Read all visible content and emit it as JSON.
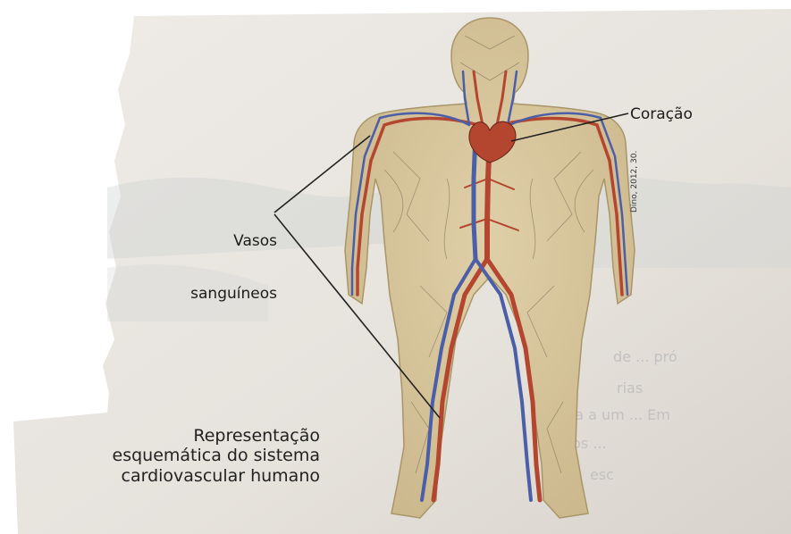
{
  "labels": {
    "heart": "Coração",
    "vessels_line1": "Vasos",
    "vessels_line2": "sanguíneos",
    "credit": "Dino, 2012, 30."
  },
  "caption": {
    "line1": "Representação",
    "line2": "esquemática do sistema",
    "line3": "cardiovascular humano"
  },
  "colors": {
    "artery": "#b4452e",
    "vein": "#4a5fa8",
    "body": "#d9c7a0",
    "paper": "#ece8e3"
  }
}
